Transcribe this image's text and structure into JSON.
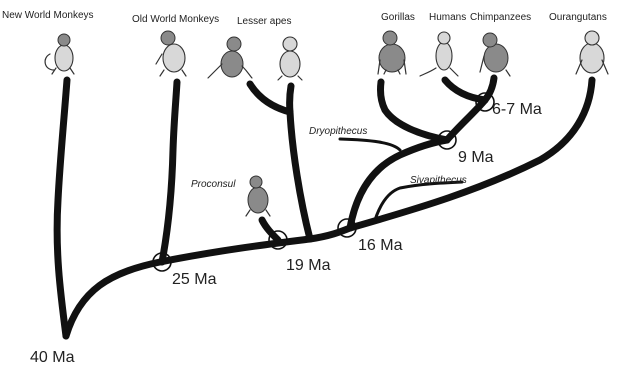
{
  "groups": {
    "new_world_monkeys": "New World Monkeys",
    "old_world_monkeys": "Old World Monkeys",
    "lesser_apes": "Lesser apes",
    "gorillas": "Gorillas",
    "humans": "Humans",
    "chimpanzees": "Chimpanzees",
    "ourangutans": "Ourangutans"
  },
  "fossils": {
    "proconsul": "Proconsul",
    "dryopithecus": "Dryopithecus",
    "sivapithecus": "Sivapithecus"
  },
  "ages": {
    "root": "40 Ma",
    "old_world_split": "25 Ma",
    "lesser_apes_split": "19 Ma",
    "orangutan_split": "16 Ma",
    "gorilla_split": "9 Ma",
    "human_chimp_split": "6-7 Ma"
  },
  "colors": {
    "line": "#111111",
    "text": "#222222",
    "background": "#ffffff"
  }
}
